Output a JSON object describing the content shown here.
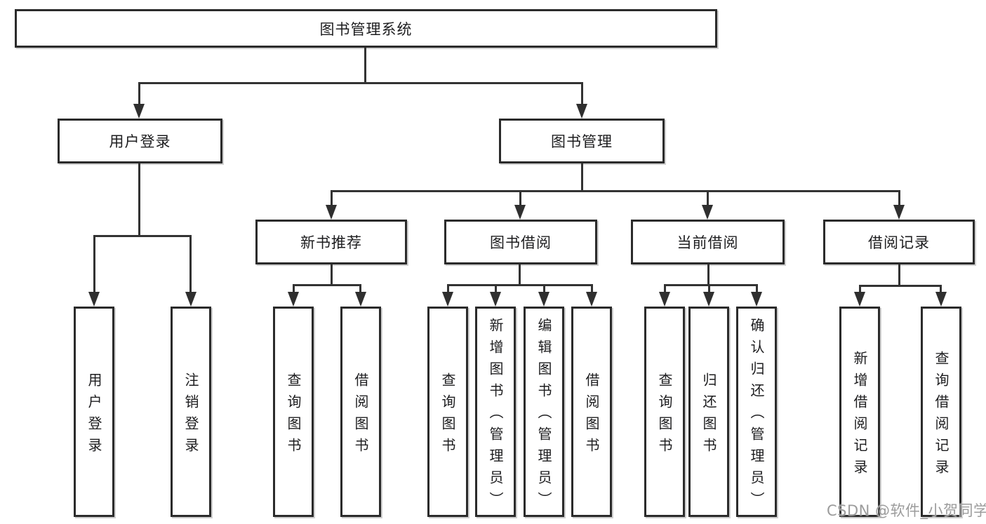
{
  "colors": {
    "background": "#ffffff",
    "line": "#333333",
    "box_border": "#2b2b2b",
    "box_fill": "#ffffff",
    "text": "#1d1d1f",
    "watermark": "#9c9c9c"
  },
  "tree": {
    "root": {
      "label": "图书管理系统"
    },
    "level2": [
      {
        "label": "用户登录"
      },
      {
        "label": "图书管理"
      }
    ],
    "level3": [
      {
        "label": "新书推荐"
      },
      {
        "label": "图书借阅"
      },
      {
        "label": "当前借阅"
      },
      {
        "label": "借阅记录"
      }
    ],
    "leaves": {
      "user_login": [
        "用户登录",
        "注销登录"
      ],
      "new_book": [
        "查询图书",
        "借阅图书"
      ],
      "book_borrow": [
        "查询图书",
        "新增图书（管理员）",
        "编辑图书（管理员）",
        "借阅图书"
      ],
      "current_borrow": [
        "查询图书",
        "归还图书",
        "确认归还（管理员）"
      ],
      "borrow_record": [
        "新增借阅记录",
        "查询借阅记录"
      ]
    }
  },
  "watermark": {
    "text": "CSDN @软件_小贺同学"
  }
}
